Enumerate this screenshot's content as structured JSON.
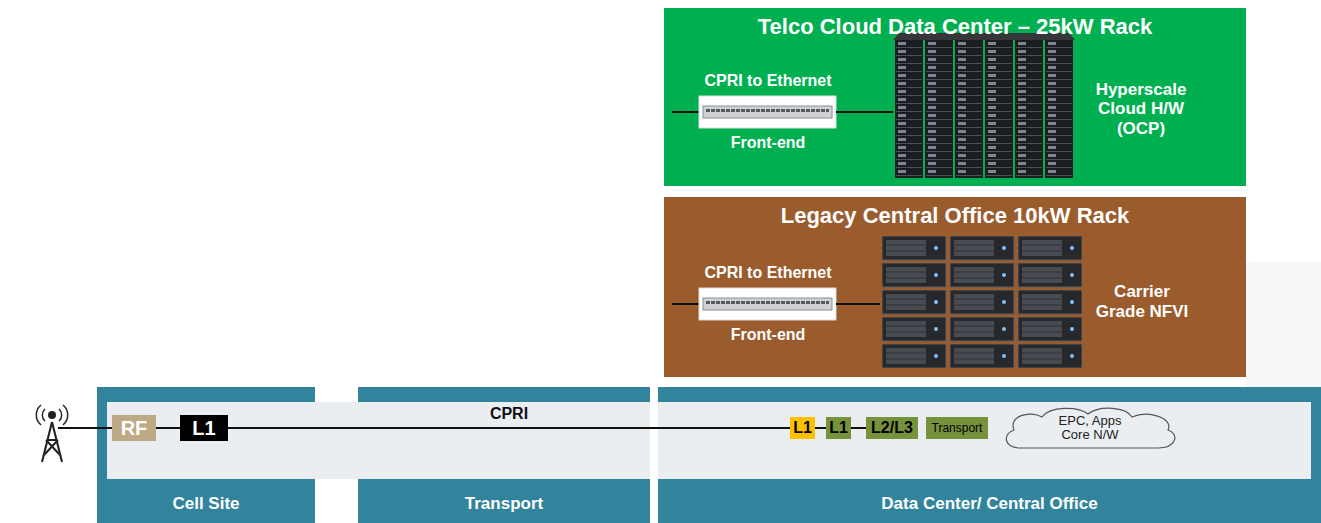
{
  "diagram": {
    "nodes": [
      {
        "text": [
          "Telco Cloud Data Center – 25kW Rack"
        ]
      },
      {
        "text": [
          "CPRI to Ethernet",
          "Front-end"
        ],
        "in": 0
      },
      {
        "text": [
          "Hyperscale Cloud H/W (OCP)"
        ],
        "in": 0
      },
      {
        "text": [
          "Legacy Central Office 10kW Rack"
        ]
      },
      {
        "text": [
          "CPRI to Ethernet",
          "Front-end"
        ],
        "in": 3
      },
      {
        "text": [
          "Carrier Grade NFVI"
        ],
        "in": 3
      },
      {
        "text": [
          "Cell Site"
        ]
      },
      {
        "text": [
          "Transport"
        ]
      },
      {
        "text": [
          "Data Center/ Central Office"
        ]
      },
      {
        "text": [
          "RF"
        ],
        "in": 6
      },
      {
        "text": [
          "L1"
        ],
        "in": 6
      },
      {
        "text": [
          "L1"
        ],
        "in": 8
      },
      {
        "text": [
          "L1"
        ],
        "in": 8
      },
      {
        "text": [
          "L2/L3"
        ],
        "in": 8
      },
      {
        "text": [
          "Transport"
        ],
        "in": 8
      },
      {
        "text": [
          "EPC, Apps Core N/W"
        ],
        "in": 8
      }
    ],
    "edges": [
      {
        "from": 1,
        "to": 2,
        "arrow": "none"
      },
      {
        "from": 4,
        "to": 5,
        "arrow": "none"
      },
      {
        "from": 9,
        "to": 10,
        "arrow": "none"
      },
      {
        "from": 10,
        "to": 11,
        "arrow": "none",
        "label": "CPRI"
      },
      {
        "from": 11,
        "to": 12,
        "arrow": "none"
      },
      {
        "from": 12,
        "to": 13,
        "arrow": "none"
      }
    ]
  }
}
